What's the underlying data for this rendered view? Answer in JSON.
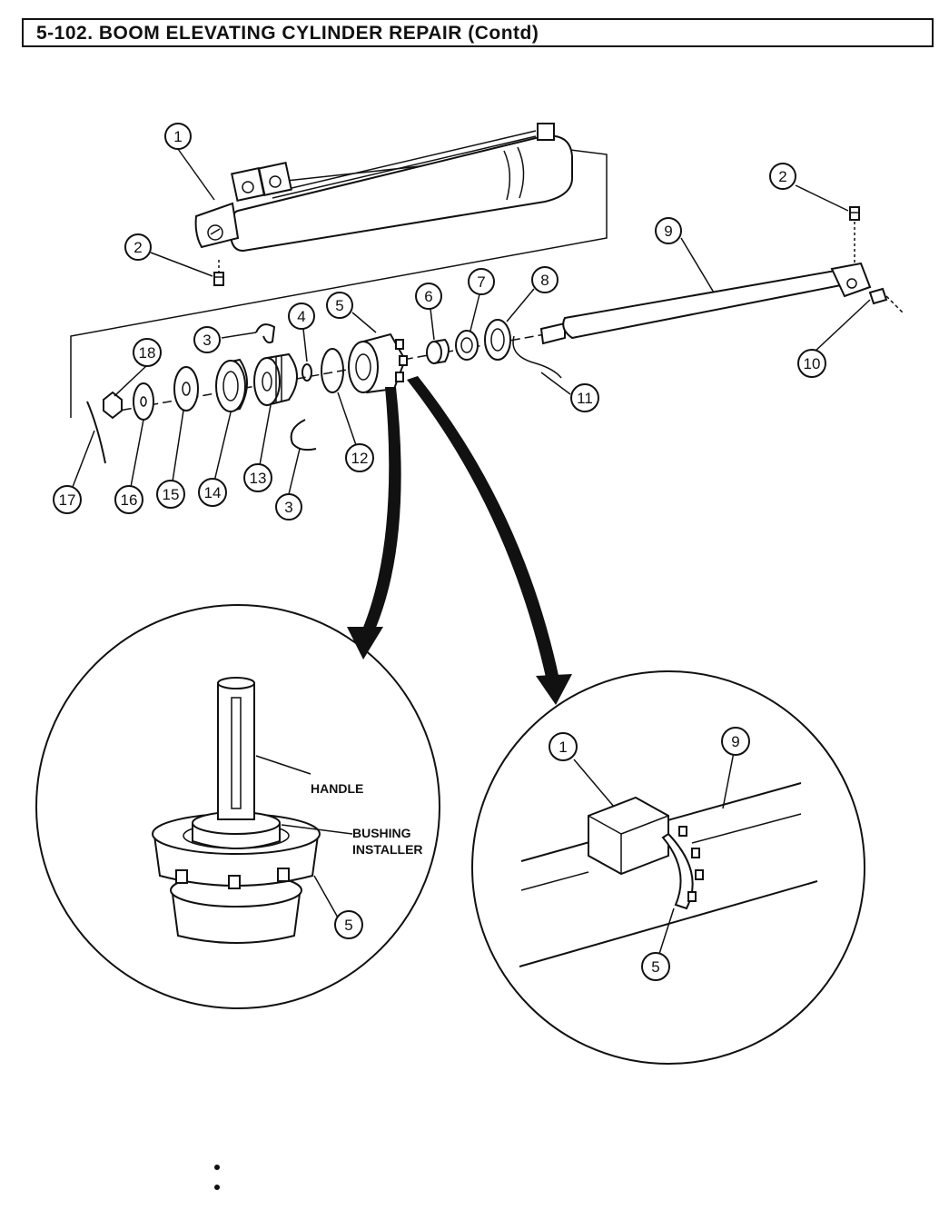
{
  "header": {
    "title": "5-102. BOOM ELEVATING CYLINDER REPAIR (Contd)"
  },
  "callouts": {
    "c1": "1",
    "c2a": "2",
    "c2b": "2",
    "c3a": "3",
    "c3b": "3",
    "c4": "4",
    "c5": "5",
    "c6": "6",
    "c7": "7",
    "c8": "8",
    "c9": "9",
    "c10": "10",
    "c11": "11",
    "c12": "12",
    "c13": "13",
    "c14": "14",
    "c15": "15",
    "c16": "16",
    "c17": "17",
    "c18": "18",
    "d1_5": "5",
    "d2_1": "1",
    "d2_9": "9",
    "d2_5": "5"
  },
  "detail_left": {
    "handle": "HANDLE",
    "bushing_line1": "BUSHING",
    "bushing_line2": "INSTALLER"
  }
}
